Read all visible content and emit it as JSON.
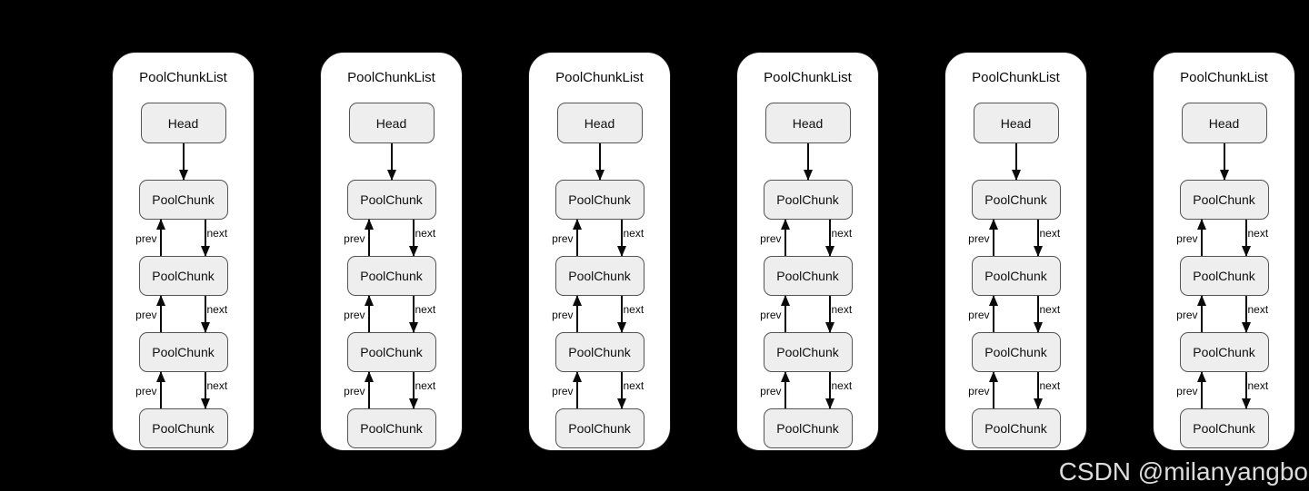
{
  "canvas": {
    "background": "#000000"
  },
  "colors": {
    "panel_bg": "#ffffff",
    "node_fill": "#eeeeee",
    "node_border": "#545454",
    "arrow": "#0a0a0a",
    "text": "#0a0a0a",
    "watermark": "#dcdcdc"
  },
  "watermark": {
    "text": "CSDN @milanyangbo"
  },
  "panels": [
    {
      "title": "PoolChunkList",
      "head": "Head",
      "chunks": [
        "PoolChunk",
        "PoolChunk",
        "PoolChunk",
        "PoolChunk"
      ],
      "links": [
        {
          "prev": "prev",
          "next": "next"
        },
        {
          "prev": "prev",
          "next": "next"
        },
        {
          "prev": "prev",
          "next": "next"
        }
      ]
    },
    {
      "title": "PoolChunkList",
      "head": "Head",
      "chunks": [
        "PoolChunk",
        "PoolChunk",
        "PoolChunk",
        "PoolChunk"
      ],
      "links": [
        {
          "prev": "prev",
          "next": "next"
        },
        {
          "prev": "prev",
          "next": "next"
        },
        {
          "prev": "prev",
          "next": "next"
        }
      ]
    },
    {
      "title": "PoolChunkList",
      "head": "Head",
      "chunks": [
        "PoolChunk",
        "PoolChunk",
        "PoolChunk",
        "PoolChunk"
      ],
      "links": [
        {
          "prev": "prev",
          "next": "next"
        },
        {
          "prev": "prev",
          "next": "next"
        },
        {
          "prev": "prev",
          "next": "next"
        }
      ]
    },
    {
      "title": "PoolChunkList",
      "head": "Head",
      "chunks": [
        "PoolChunk",
        "PoolChunk",
        "PoolChunk",
        "PoolChunk"
      ],
      "links": [
        {
          "prev": "prev",
          "next": "next"
        },
        {
          "prev": "prev",
          "next": "next"
        },
        {
          "prev": "prev",
          "next": "next"
        }
      ]
    },
    {
      "title": "PoolChunkList",
      "head": "Head",
      "chunks": [
        "PoolChunk",
        "PoolChunk",
        "PoolChunk",
        "PoolChunk"
      ],
      "links": [
        {
          "prev": "prev",
          "next": "next"
        },
        {
          "prev": "prev",
          "next": "next"
        },
        {
          "prev": "prev",
          "next": "next"
        }
      ]
    },
    {
      "title": "PoolChunkList",
      "head": "Head",
      "chunks": [
        "PoolChunk",
        "PoolChunk",
        "PoolChunk",
        "PoolChunk"
      ],
      "links": [
        {
          "prev": "prev",
          "next": "next"
        },
        {
          "prev": "prev",
          "next": "next"
        },
        {
          "prev": "prev",
          "next": "next"
        }
      ]
    }
  ]
}
